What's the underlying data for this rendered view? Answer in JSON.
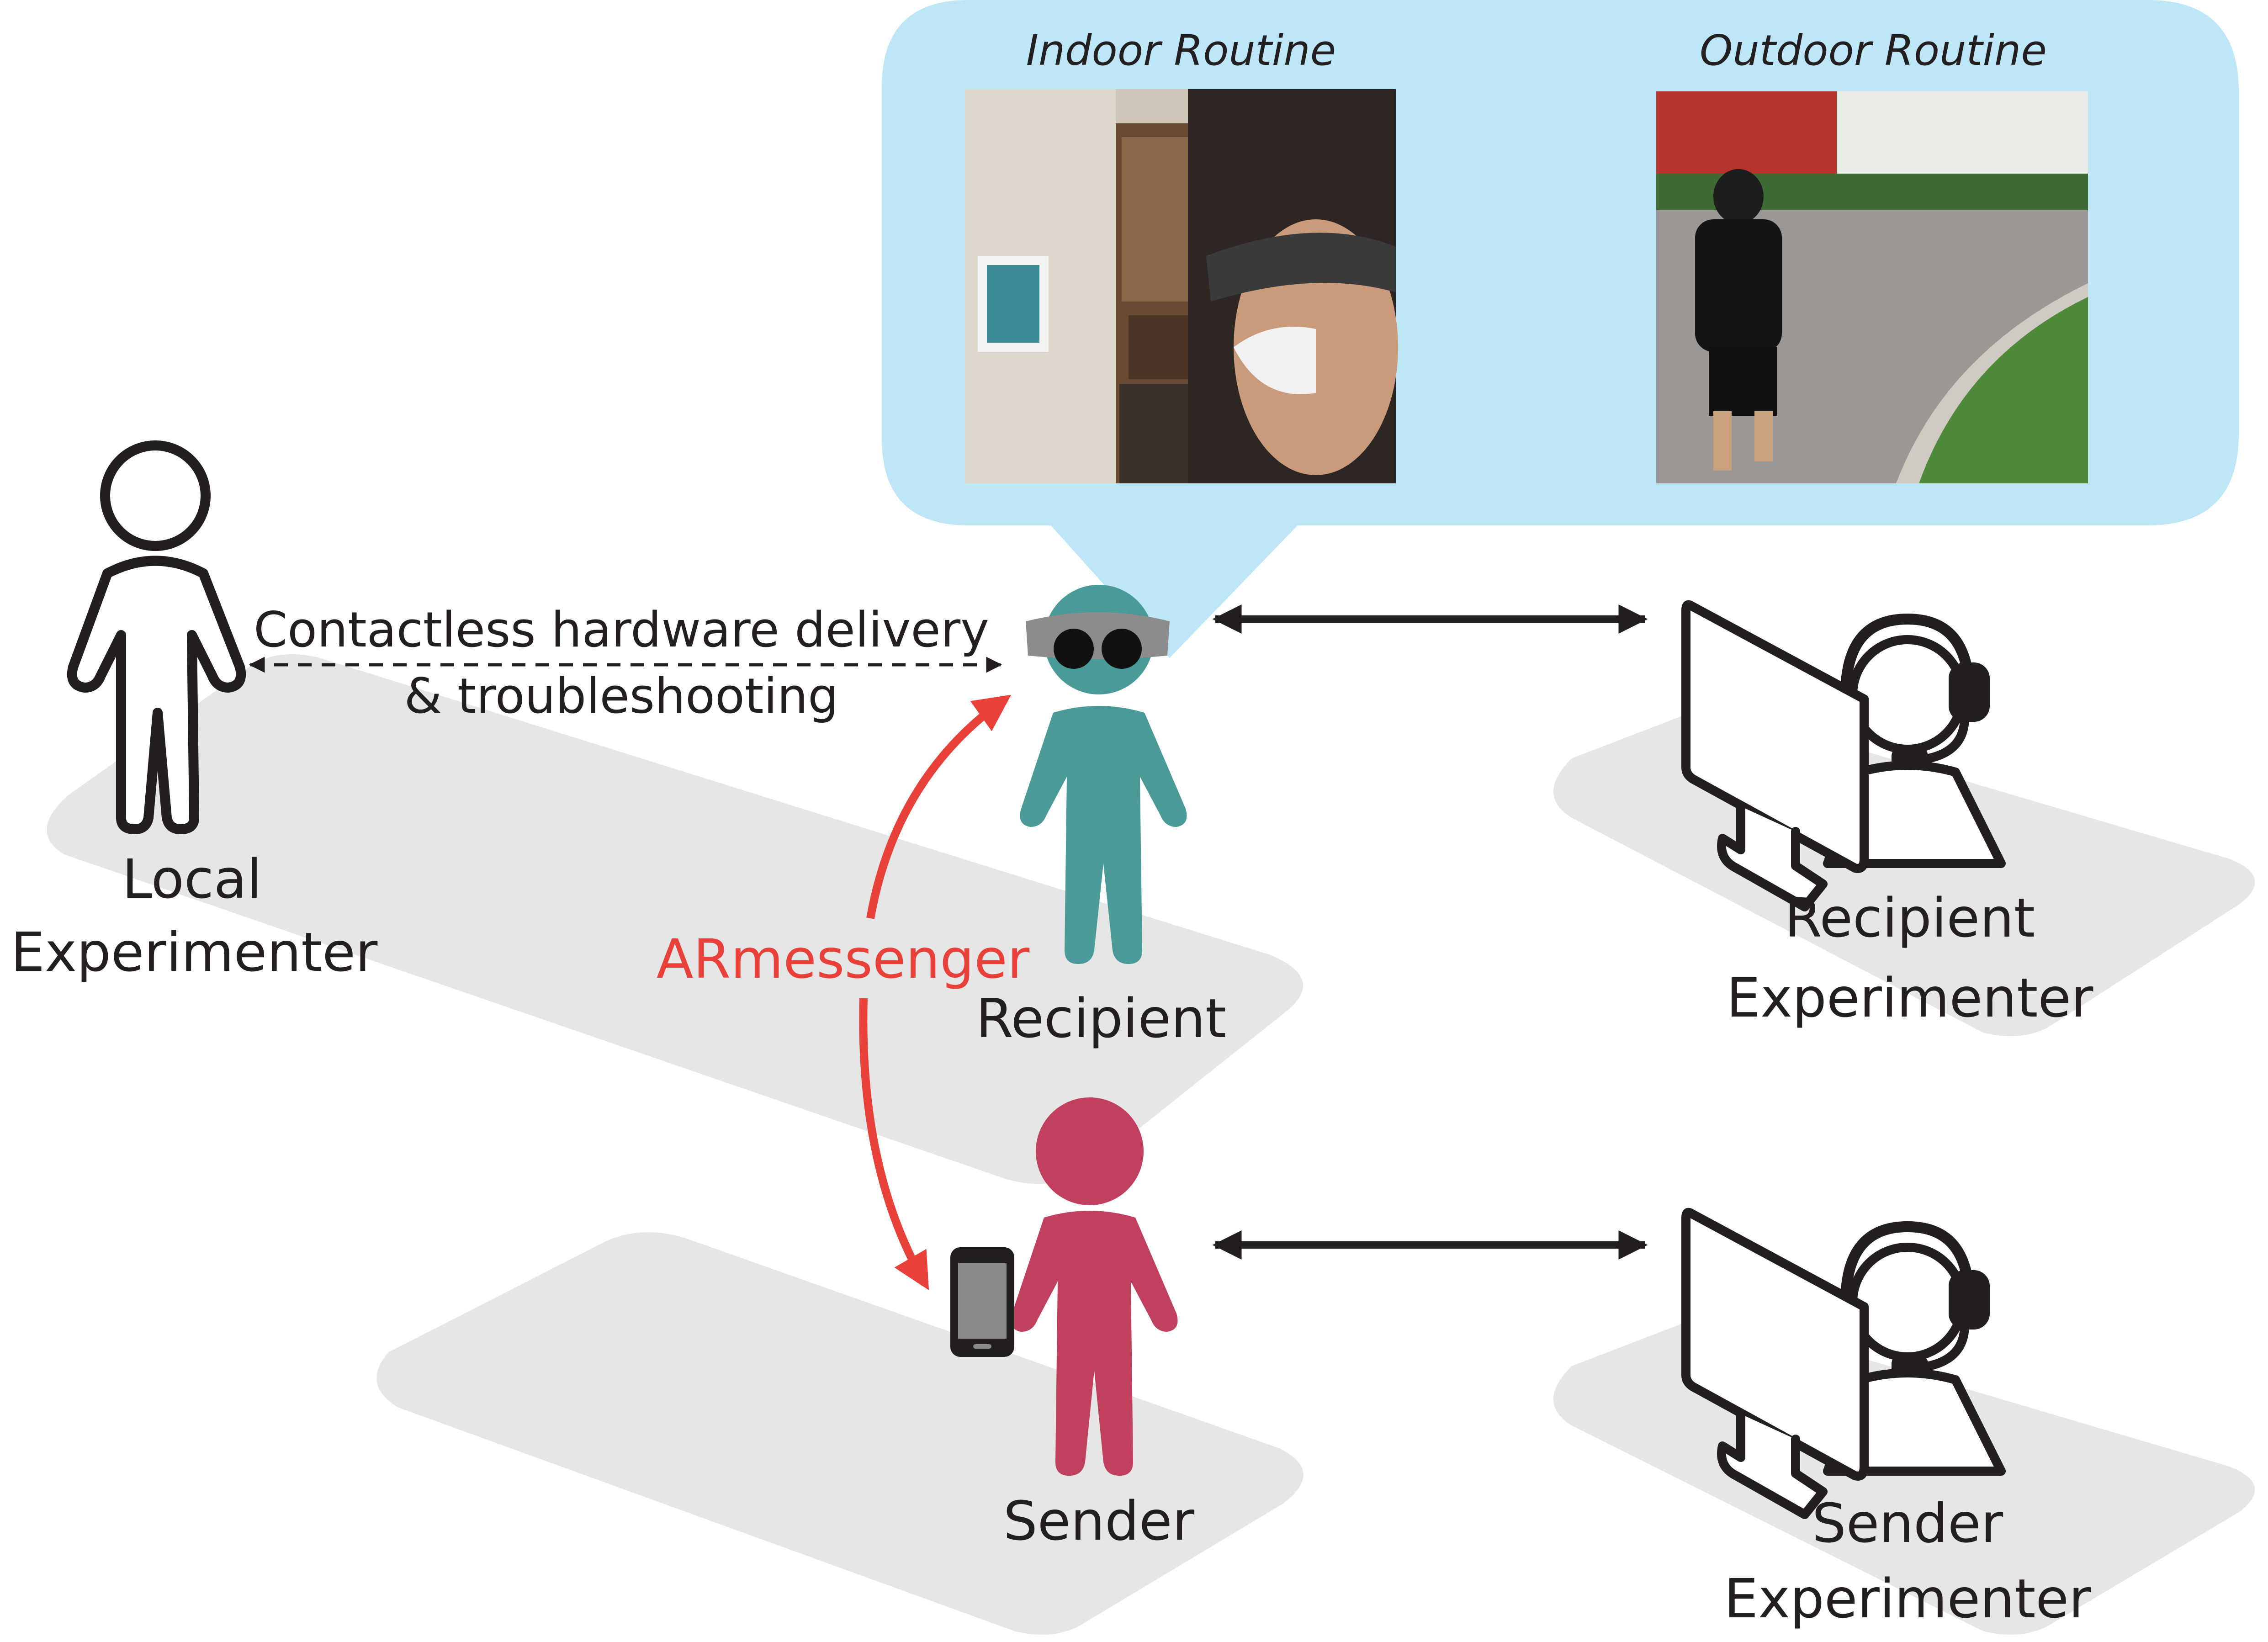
{
  "photos": {
    "indoor_title": "Indoor Routine",
    "outdoor_title": "Outdoor Routine"
  },
  "people": {
    "local_experimenter": [
      "Local",
      "Experimenter"
    ],
    "recipient": "Recipient",
    "sender": "Sender",
    "recipient_experimenter": [
      "Recipient",
      "Experimenter"
    ],
    "sender_experimenter": [
      "Sender",
      "Experimenter"
    ]
  },
  "links": {
    "delivery": [
      "Contactless hardware delivery",
      "& troubleshooting"
    ],
    "app": "ARmessenger"
  },
  "colors": {
    "recipient": "#4a9b97",
    "sender": "#c0405e",
    "bubble": "#bde6f7",
    "platform": "#e6e6e7",
    "arrow_red": "#e8413a",
    "outline": "#231f20"
  },
  "icons": [
    "person-outline-icon",
    "ar-headset-icon",
    "smartphone-icon",
    "monitor-icon",
    "headphones-icon"
  ]
}
